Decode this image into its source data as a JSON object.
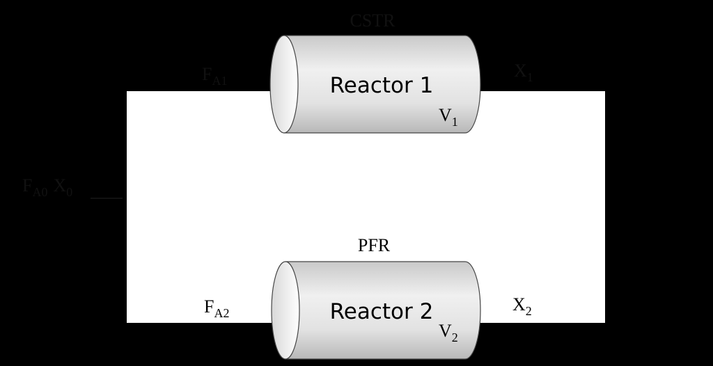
{
  "reactor1": {
    "name": "Reactor 1",
    "volume_symbol": "V",
    "volume_subscript": "1",
    "type_label": "CSTR",
    "inlet_label": "F",
    "inlet_subscript": "A1",
    "outlet_label": "X",
    "outlet_subscript": "1"
  },
  "reactor2": {
    "name": "Reactor 2",
    "volume_symbol": "V",
    "volume_subscript": "2",
    "type_label": "PFR",
    "inlet_label": "F",
    "inlet_subscript": "A2",
    "outlet_label": "X",
    "outlet_subscript": "2"
  },
  "feed": {
    "label": "F",
    "subscript": "A0",
    "label2": "X",
    "subscript2": "0"
  },
  "colors": {
    "background": "#000000",
    "loop_fill": "#ffffff",
    "cylinder_light": "#f2f2f2",
    "cylinder_dark": "#bdbdbd",
    "text": "#000000"
  }
}
